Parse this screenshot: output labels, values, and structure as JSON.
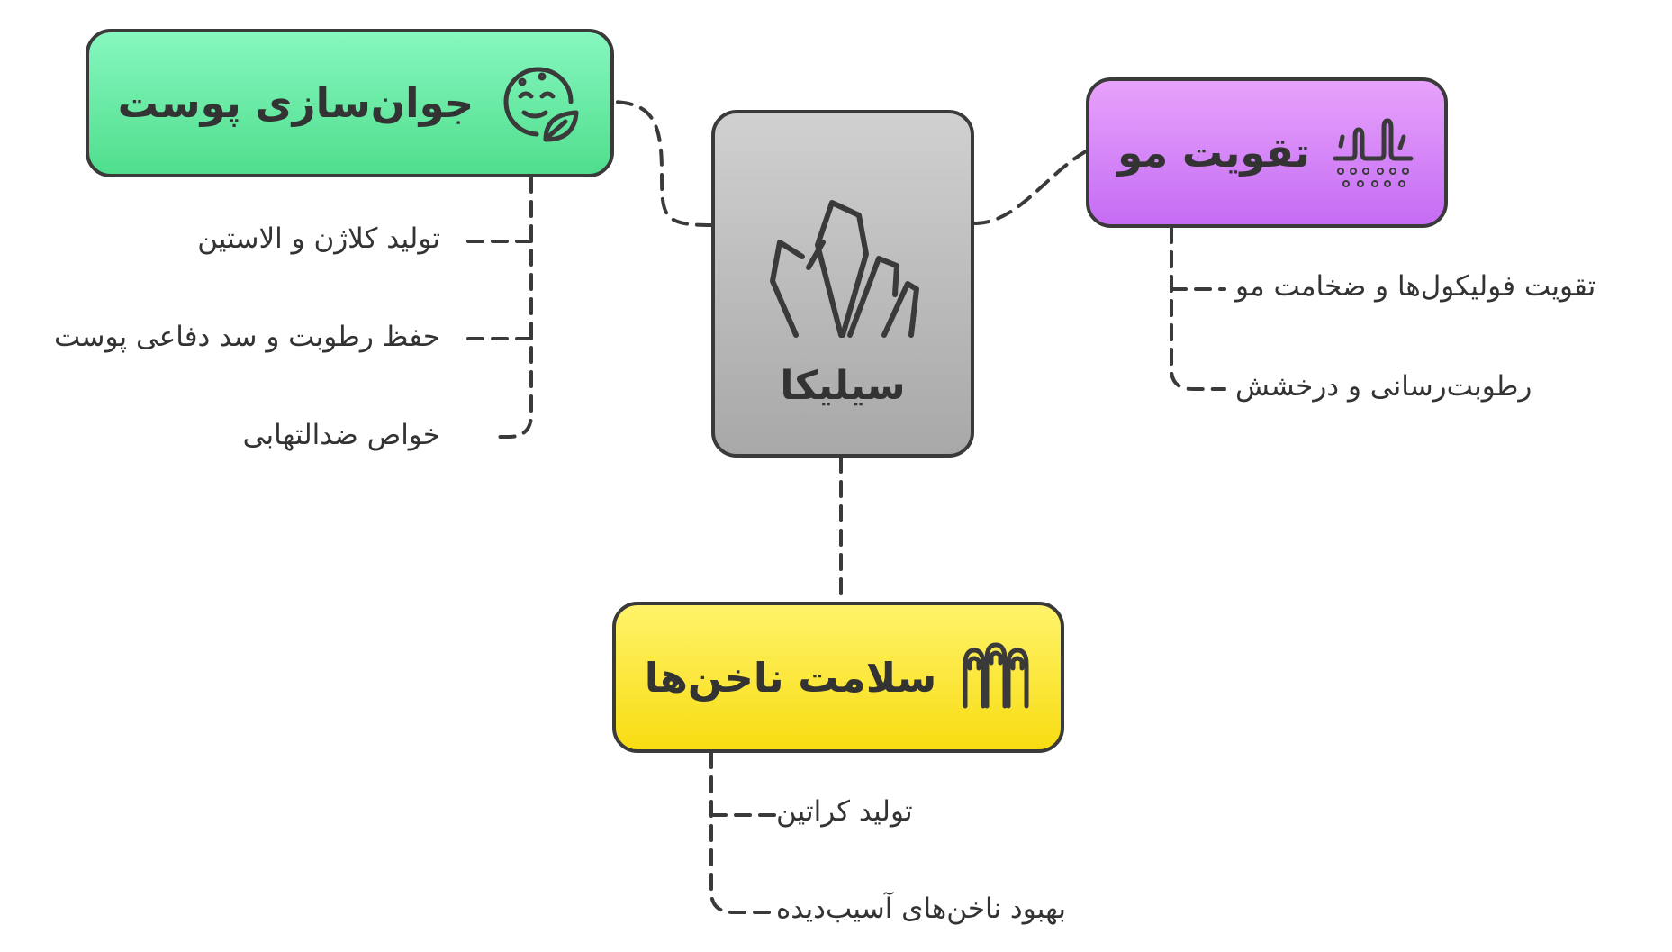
{
  "center": {
    "label": "سیلیکا",
    "icon": "crystal-icon"
  },
  "branches": [
    {
      "id": "skin",
      "title": "جوان‌سازی پوست",
      "icon": "face-leaf-icon",
      "color": "#5ee59a",
      "items": [
        "تولید کلاژن و الاستین",
        "حفظ رطوبت و سد دفاعی پوست",
        "خواص ضدالتهابی"
      ]
    },
    {
      "id": "hair",
      "title": "تقویت مو",
      "icon": "hair-follicle-icon",
      "color": "#d07cf7",
      "items": [
        "تقویت فولیکول‌ها و ضخامت مو",
        "رطوبت‌رسانی و درخشش"
      ]
    },
    {
      "id": "nails",
      "title": "سلامت ناخن‌ها",
      "icon": "fingernails-icon",
      "color": "#fde93f",
      "items": [
        "تولید کراتین",
        "بهبود ناخن‌های آسیب‌دیده"
      ]
    }
  ]
}
